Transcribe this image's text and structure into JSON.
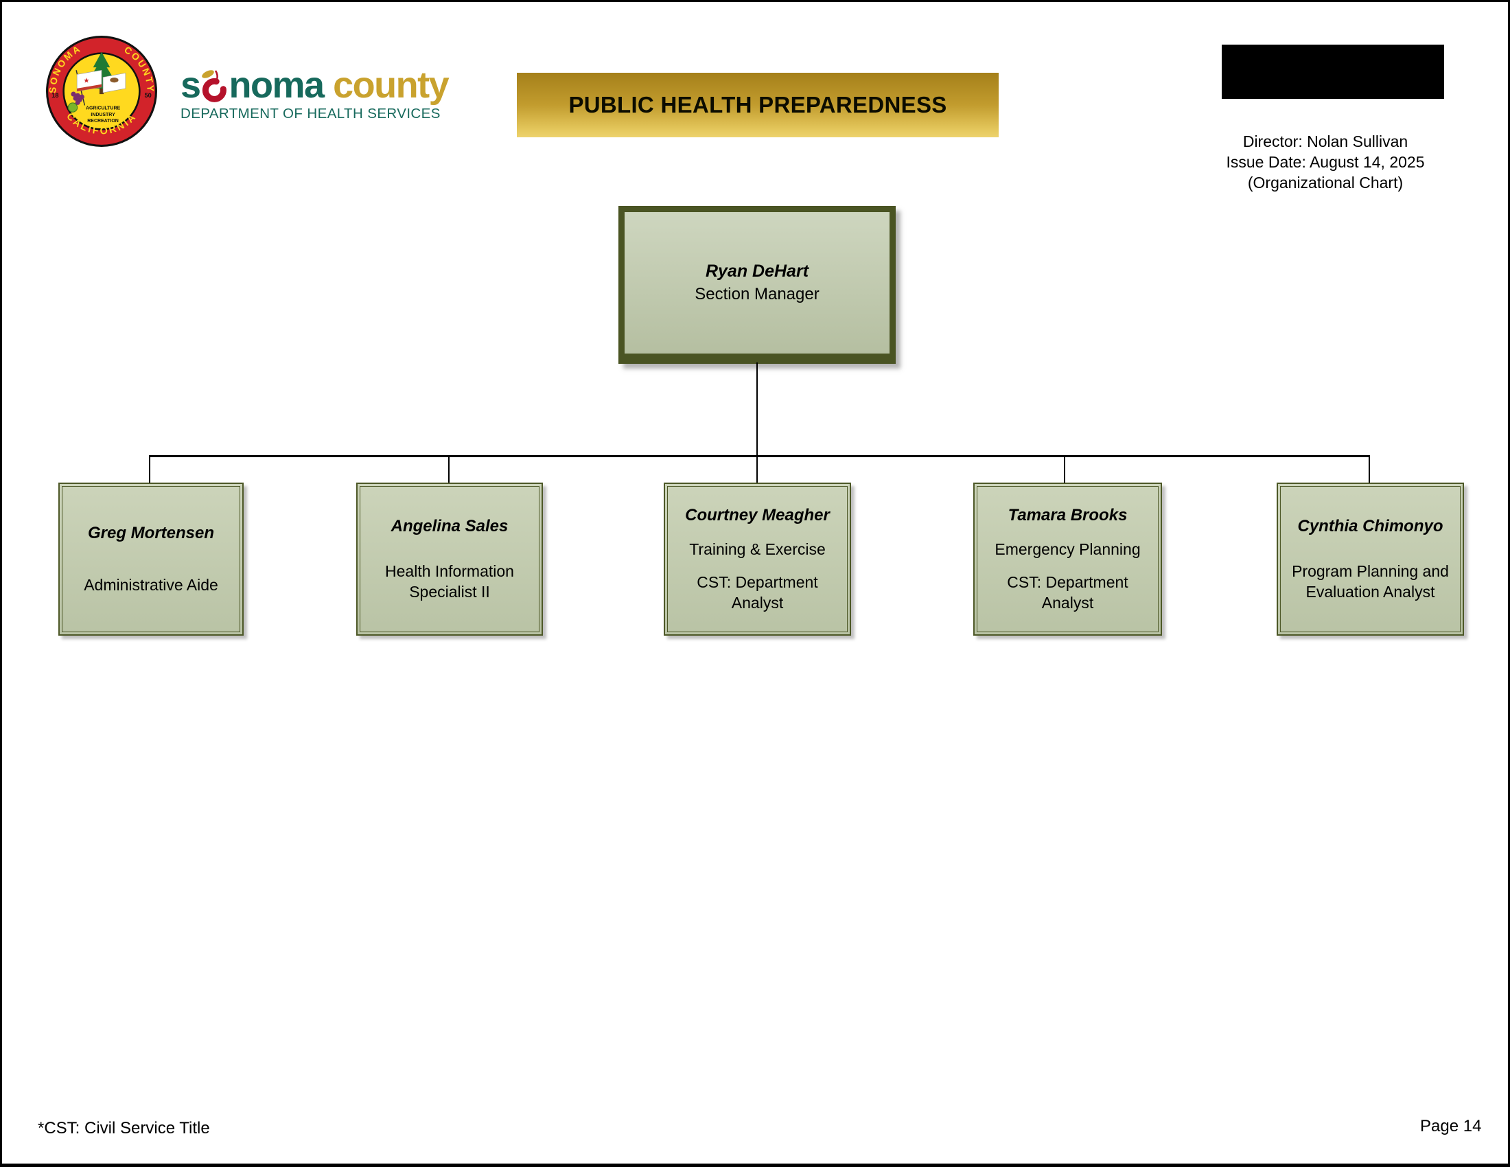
{
  "seal": {
    "arc_top_left": "SONOMA",
    "arc_top_right": "COUNTY",
    "arc_bottom": "CALIFORNIA",
    "year_left": "18",
    "year_right": "50",
    "motto_lines": [
      "AGRICULTURE",
      "INDUSTRY",
      "RECREATION"
    ]
  },
  "wordmark": {
    "part_s": "s",
    "part_noma": "noma",
    "part_county": "county",
    "subtitle": "DEPARTMENT OF HEALTH SERVICES"
  },
  "banner": {
    "title": "PUBLIC HEALTH PREPAREDNESS"
  },
  "info": {
    "director": "Director: Nolan Sullivan",
    "issue_date": "Issue Date: August 14, 2025",
    "chart_label": "(Organizational Chart)"
  },
  "org": {
    "manager": {
      "name": "Ryan DeHart",
      "title": "Section Manager"
    },
    "reports": [
      {
        "name": "Greg Mortensen",
        "lines": [
          "Administrative Aide"
        ]
      },
      {
        "name": "Angelina Sales",
        "lines": [
          "Health Information Specialist II"
        ]
      },
      {
        "name": "Courtney Meagher",
        "lines": [
          "Training & Exercise",
          "CST: Department Analyst"
        ]
      },
      {
        "name": "Tamara Brooks",
        "lines": [
          "Emergency Planning",
          "CST: Department Analyst"
        ]
      },
      {
        "name": "Cynthia Chimonyo",
        "lines": [
          "Program Planning and Evaluation Analyst"
        ]
      }
    ]
  },
  "footer": {
    "note": "*CST: Civil Service Title",
    "page": "Page 14"
  },
  "colors": {
    "box_border": "#4a5423",
    "box_fill_light": "#ccd4ba",
    "box_fill_dark": "#b9c3a5",
    "banner_gold_top": "#a5801a",
    "banner_gold_bottom": "#e6c95e",
    "seal_red": "#d2232a",
    "seal_yellow": "#ffd91f",
    "logo_teal": "#17695c",
    "logo_gold": "#c9a22e",
    "logo_red": "#b5122b"
  }
}
